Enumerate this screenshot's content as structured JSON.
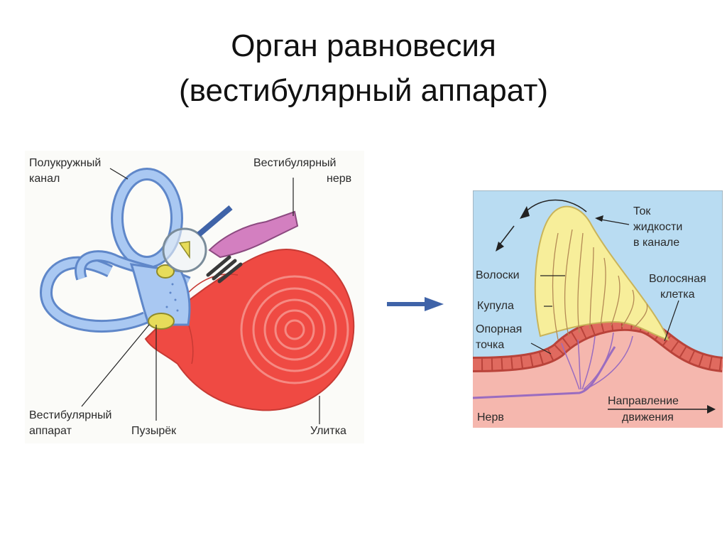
{
  "title": {
    "line1": "Орган равновесия",
    "line2": "(вестибулярный аппарат)"
  },
  "left_diagram": {
    "labels": {
      "semicircular_canal_1": "Полукружный",
      "semicircular_canal_2": "канал",
      "vestibular_nerve_1": "Вестибулярный",
      "vestibular_nerve_2": "нерв",
      "vestibular_apparatus_1": "Вестибулярный",
      "vestibular_apparatus_2": "аппарат",
      "vesicle": "Пузырёк",
      "cochlea": "Улитка"
    }
  },
  "right_diagram": {
    "labels": {
      "fluid_flow_1": "Ток",
      "fluid_flow_2": "жидкости",
      "fluid_flow_3": "в канале",
      "hairs": "Волоски",
      "cupula": "Купула",
      "support_point_1": "Опорная",
      "support_point_2": "точка",
      "hair_cell_1": "Волосяная",
      "hair_cell_2": "клетка",
      "nerve": "Нерв",
      "direction_1": "Направление",
      "direction_2": "движения"
    }
  },
  "colors": {
    "canal_blue": "#8fb4e8",
    "cochlea_red": "#ef4a43",
    "nerve_pink": "#d37fc0",
    "cupula_yellow": "#f7ee9a",
    "fluid_bg": "#b9dcf2",
    "tissue_pink": "#f5b7ae",
    "arrow_blue": "#3f63a8"
  }
}
